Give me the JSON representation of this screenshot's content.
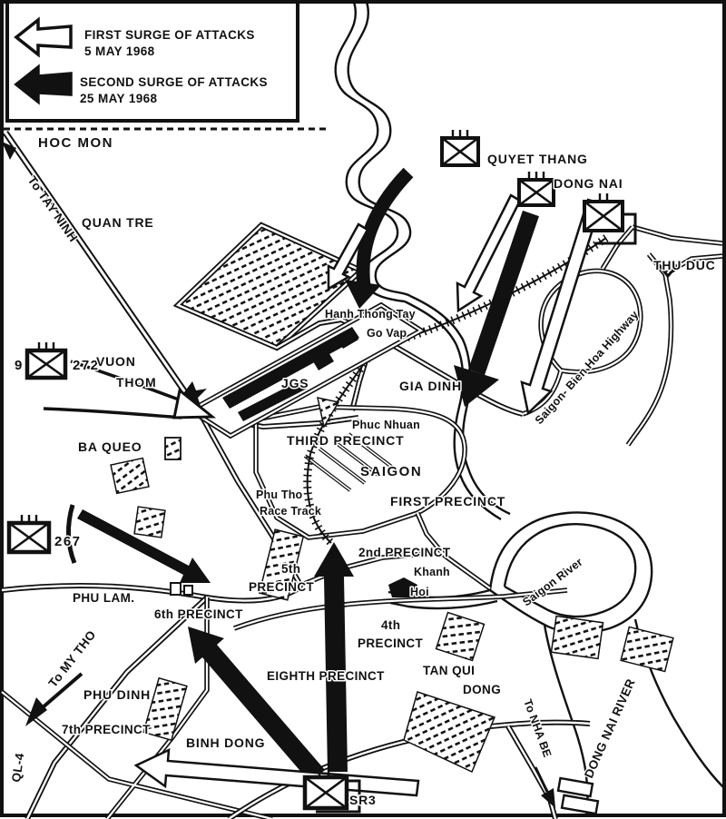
{
  "legend": {
    "first_surge_line1": "FIRST SURGE OF ATTACKS",
    "first_surge_line2": "5 MAY 1968",
    "second_surge_line1": "SECOND SURGE OF ATTACKS",
    "second_surge_line2": "25 MAY 1968"
  },
  "units": {
    "quyet_thang": "QUYET THANG",
    "dong_nai": "DONG NAI",
    "num_9": "9",
    "num_272": "272",
    "num_267": "267",
    "sr3": "SR3"
  },
  "places": {
    "hoc_mon": "HOC MON",
    "quan_tre": "QUAN TRE",
    "thu_duc": "THU DUC",
    "hanh_thong_tay": "Hanh Thong Tay",
    "go_vap": "Go Vap",
    "jgs": "JGS",
    "gia_dinh": "GIA DINH",
    "vuon": "VUON",
    "thom": "THOM",
    "ba_queo": "BA QUEO",
    "phuc_nhuan": "Phuc Nhuan",
    "third_precinct": "THIRD PRECINCT",
    "saigon": "SAIGON",
    "phu_tho_line1": "Phu Tho",
    "phu_tho_line2": "Race Track",
    "first_precinct": "FIRST PRECINCT",
    "second_precinct": "2nd PRECINCT",
    "fifth_line1": "5th",
    "fifth_line2": "PRECINCT",
    "khanh": "Khanh",
    "hoi": "Hoi",
    "phu_lam": "PHU LAM.",
    "sixth_precinct": "6th PRECINCT",
    "fourth_line1": "4th",
    "fourth_line2": "PRECINCT",
    "eighth_precinct": "EIGHTH PRECINCT",
    "tan_qui": "TAN QUI",
    "dong": "DONG",
    "phu_dinh": "PHU DINH",
    "seventh_precinct": "7th PRECINCT",
    "binh_dong": "BINH DONG"
  },
  "roads": {
    "to_tay_ninh": "To TAY NINH",
    "saigon_bien_hoa": "Saigon- Bien Hoa Highway",
    "to_my_tho": "To MY THO",
    "ql4": "QL-4",
    "to_nha_be": "To NHA BE"
  },
  "rivers": {
    "saigon_river": "Saigon River",
    "dong_nai_river": "DONG NAI RIVER"
  },
  "colors": {
    "ink": "#111111",
    "paper": "#ffffff"
  }
}
